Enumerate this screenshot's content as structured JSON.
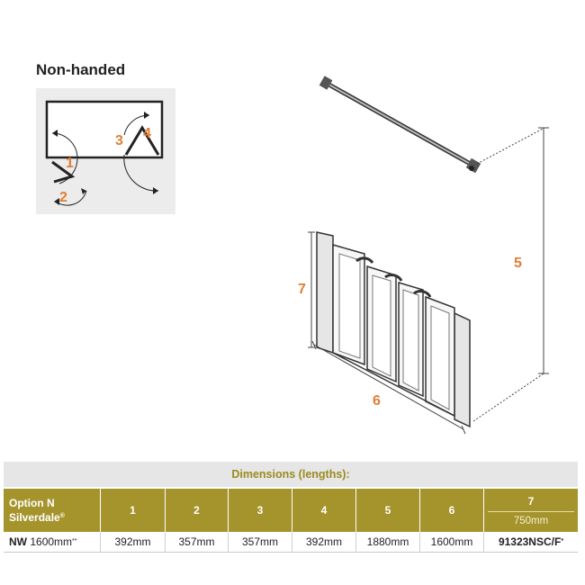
{
  "title": "Non-handed",
  "plan_labels": [
    "1",
    "2",
    "3",
    "4"
  ],
  "dimension_labels": {
    "height": "5",
    "width": "6",
    "panel_height": "7"
  },
  "table": {
    "header": "Dimensions (lengths):",
    "option_name": "Option N",
    "product_name": "Silverdale",
    "product_mark": "®",
    "columns": [
      "1",
      "2",
      "3",
      "4",
      "5",
      "6",
      "7"
    ],
    "column7_sub": "750mm",
    "row": {
      "code": "NW",
      "size": "1600mm",
      "size_mark": "**",
      "values": [
        "392mm",
        "357mm",
        "357mm",
        "392mm",
        "1880mm",
        "1600mm"
      ],
      "part_number": "91323NSC/F",
      "part_mark": "*"
    }
  },
  "colors": {
    "accent": "#e27d35",
    "table_header": "#a5942c",
    "header_text": "#9a8a1e"
  }
}
